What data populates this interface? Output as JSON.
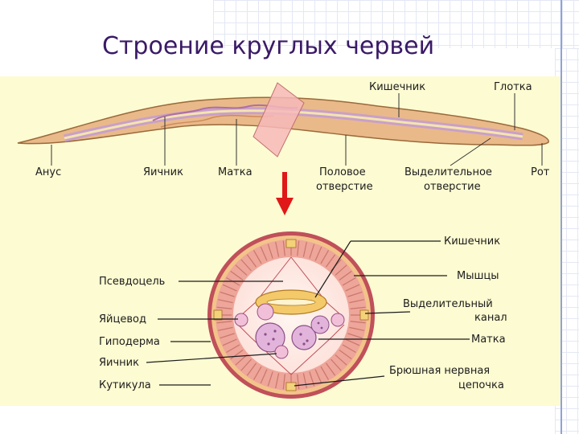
{
  "slide": {
    "title": "Строение круглых червей"
  },
  "worm_labels": {
    "intestine": "Кишечник",
    "pharynx": "Глотка",
    "anus": "Анус",
    "ovary": "Яичник",
    "uterus": "Матка",
    "genital_opening_line1": "Половое",
    "genital_opening_line2": "отверстие",
    "excretory_opening_line1": "Выделительное",
    "excretory_opening_line2": "отверстие",
    "mouth": "Рот"
  },
  "section_labels": {
    "intestine": "Кишечник",
    "muscles": "Мышцы",
    "excretory_canal_line1": "Выделительный",
    "excretory_canal_line2": "канал",
    "uterus": "Матка",
    "nerve_cord_line1": "Брюшная нервная",
    "nerve_cord_line2": "цепочка",
    "pseudocoel": "Псевдоцель",
    "oviduct": "Яйцевод",
    "hypodermis": "Гиподерма",
    "ovary": "Яичник",
    "cuticle": "Кутикула"
  },
  "colors": {
    "title": "#3a1a66",
    "panel_background": "#fdfbd2",
    "worm_body": "#e9b98a",
    "worm_inner": "#c9a0c8",
    "section_cuticle": "#c0505a",
    "section_muscle": "#eea59a",
    "arrow": "#e01818"
  }
}
